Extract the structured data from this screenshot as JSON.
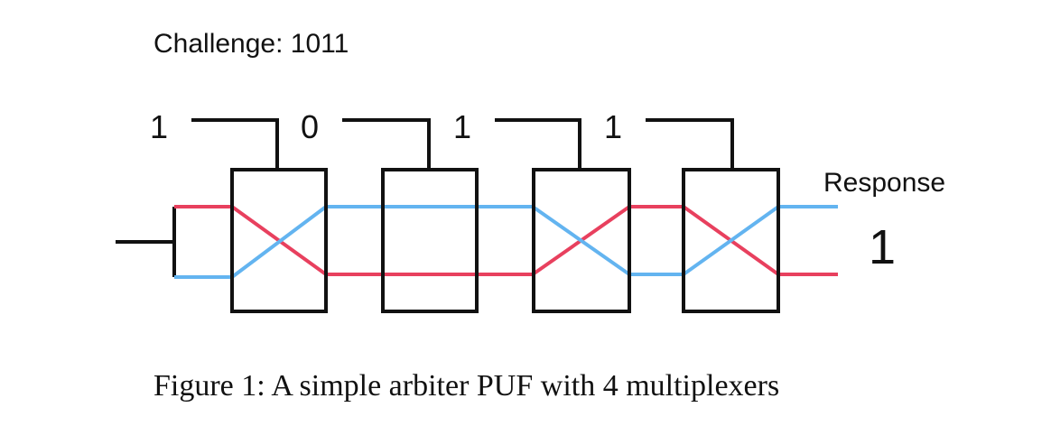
{
  "challenge_label": "Challenge: 1011",
  "challenge_bits": [
    "1",
    "0",
    "1",
    "1"
  ],
  "response_label": "Response",
  "response_value": "1",
  "caption": "Figure 1: A simple arbiter PUF with 4 multiplexers",
  "colors": {
    "line": "#111111",
    "path_a": "#e8405e",
    "path_b": "#63b4f0"
  },
  "stages": [
    {
      "bit": "1",
      "crossed": true
    },
    {
      "bit": "0",
      "crossed": false
    },
    {
      "bit": "1",
      "crossed": true
    },
    {
      "bit": "1",
      "crossed": true
    }
  ]
}
